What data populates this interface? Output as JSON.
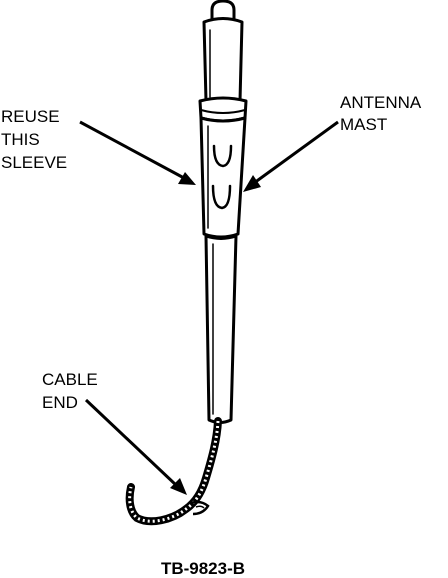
{
  "labels": {
    "reuse_sleeve": [
      "REUSE",
      "THIS",
      "SLEEVE"
    ],
    "antenna_mast": [
      "ANTENNA",
      "MAST"
    ],
    "cable_end": [
      "CABLE",
      "END"
    ]
  },
  "figure_id": "TB-9823-B",
  "colors": {
    "ink": "#000000",
    "paper": "#ffffff"
  }
}
